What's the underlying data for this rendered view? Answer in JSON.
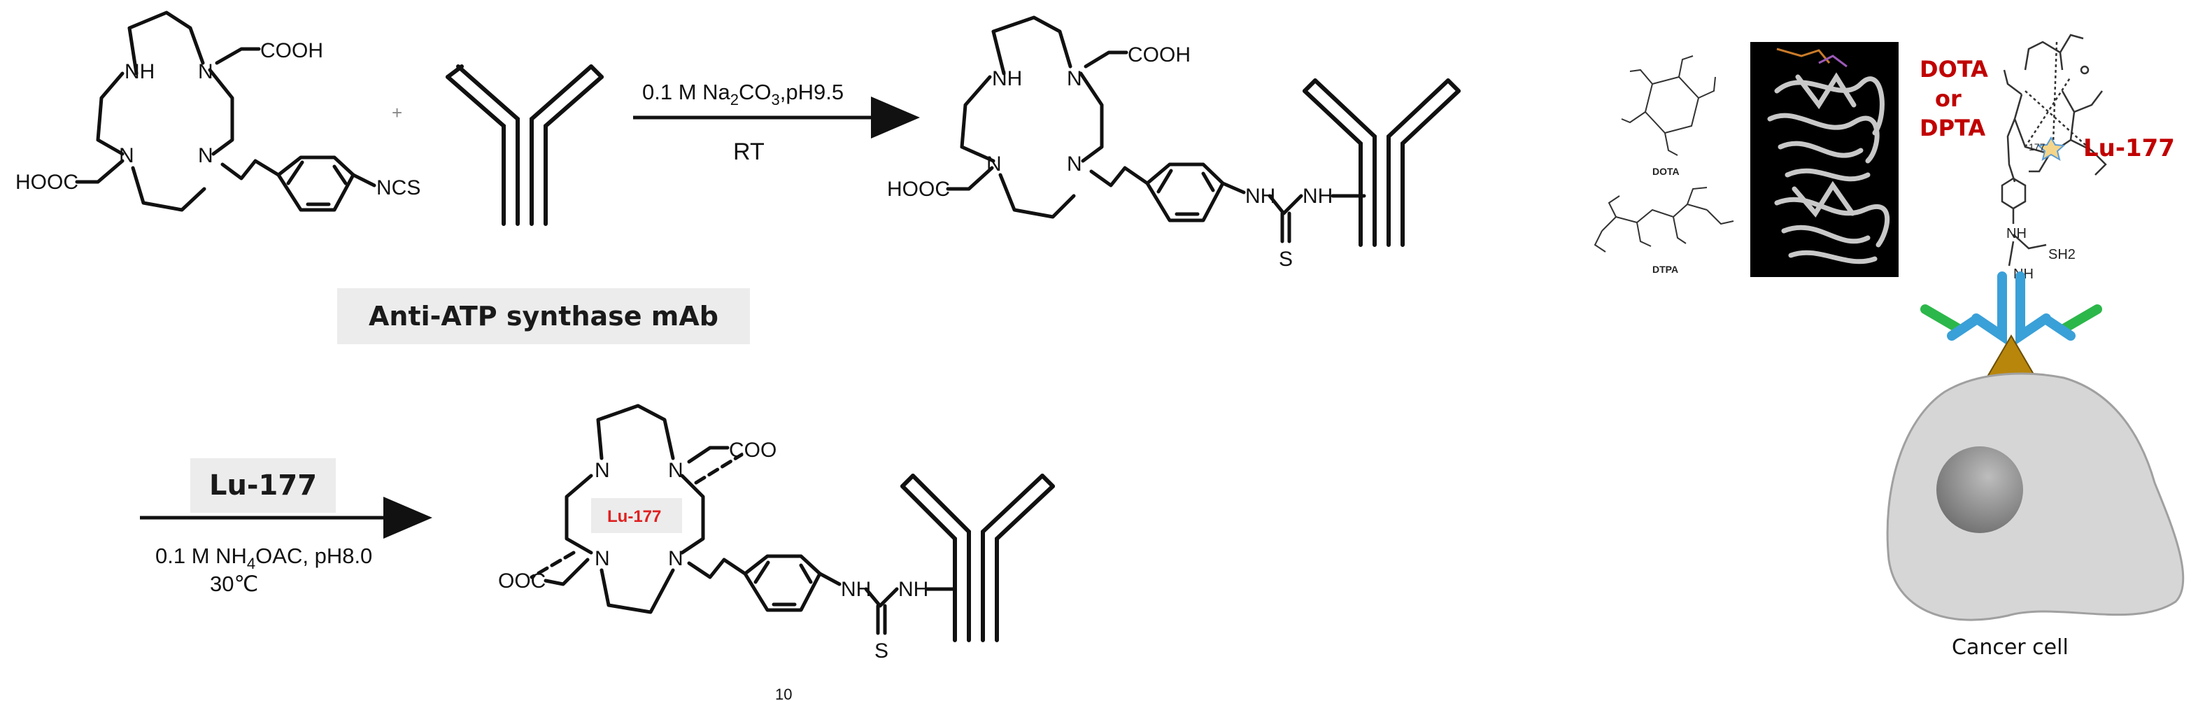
{
  "scheme": {
    "reagent1": {
      "cooh_top": "COOH",
      "cooh_left": "HOOC",
      "nh": "NH",
      "n": "N",
      "ncs": "NCS",
      "plus": "+"
    },
    "step1": {
      "conditions": "0.1 M Na",
      "sub": "2",
      "conditions_tail": "CO",
      "sub2": "3",
      "conditions_tail2": ",pH9.5",
      "temp": "RT"
    },
    "product1": {
      "cooh_top": "COOH",
      "cooh_left": "HOOC",
      "nh": "NH",
      "n": "N",
      "thiourea_nh1": "NH",
      "thiourea_nh2": "NH",
      "s": "S"
    },
    "antibody_label": "Anti-ATP synthase mAb",
    "step2": {
      "isotope_label": "Lu-177",
      "conditions1": "0.1 M NH",
      "sub": "4",
      "conditions1_tail": "OAC, pH8.0",
      "temp": "30℃"
    },
    "product2": {
      "coo_top": "COO",
      "coo_left": "OOC",
      "metal": "Lu-177",
      "n": "N",
      "nh1": "NH",
      "nh2": "NH",
      "s": "S"
    },
    "page_mark": "10"
  },
  "panel": {
    "dota_label": "DOTA",
    "dtpa_label": "DTPA",
    "chelator_title_1": "DOTA",
    "chelator_title_2": "or",
    "chelator_title_3": "DPTA",
    "isotope": "Lu-177",
    "isotope_mass": "177",
    "sh2": "SH2",
    "nh": "NH",
    "cell_label": "Cancer cell"
  },
  "colors": {
    "accent_red": "#c00000",
    "antibody_blue": "#3aa0d8",
    "antibody_green": "#2cb74a",
    "antigen_brown": "#b8860b",
    "cell_gray": "#d6d6d6",
    "nucleus_gray": "#8c8c8c"
  }
}
